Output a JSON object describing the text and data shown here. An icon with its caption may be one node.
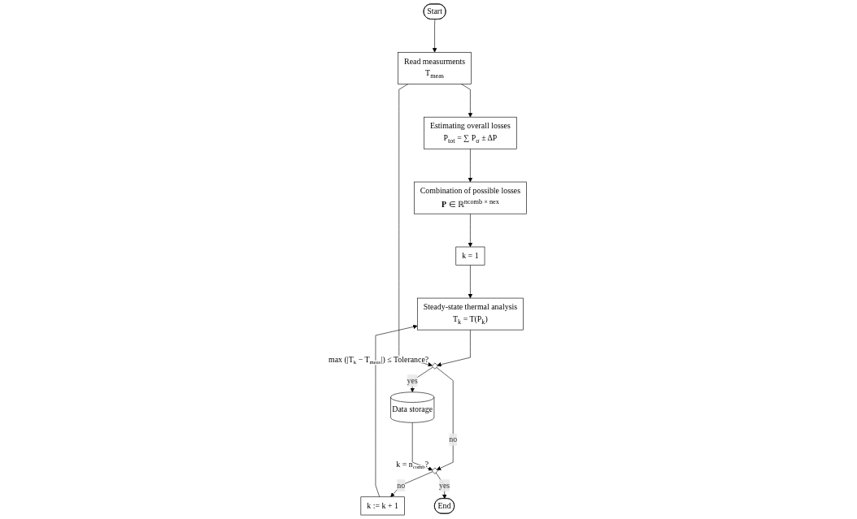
{
  "diagram": {
    "nodes": [
      {
        "text": [
          "Start"
        ]
      },
      {
        "text": [
          "Read measurments",
          "T$_{meas}$"
        ]
      },
      {
        "text": [
          "Estimating overall losses",
          "P$_{tot}$ = ∑ P$_{σ}$ ± ΔP"
        ]
      },
      {
        "text": [
          "Combination of possible losses",
          "**P** ∈ ℝ$^{ncomb × nex}$"
        ]
      },
      {
        "text": [
          "k = 1"
        ]
      },
      {
        "text": [
          "Steady-state thermal analysis",
          "T$_{k}$ = T(P$_{k}$)"
        ]
      },
      {
        "text": [
          "k := k + 1"
        ]
      },
      {
        "text": [],
        "shape": "diamond",
        "beside": [
          "max (|T$_{k}$ − T$_{meas}$|) ≤ Tolerance?"
        ]
      },
      {
        "text": [],
        "shape": "diamond",
        "beside": [
          "k = n$_{comb}$?"
        ]
      },
      {
        "text": [
          "End"
        ]
      },
      {
        "text": [
          "Data storage"
        ]
      }
    ],
    "edges": [
      {
        "from": 0,
        "to": 1,
        "arrow": "to"
      },
      {
        "from": 1,
        "to": 2,
        "arrow": "to"
      },
      {
        "from": 2,
        "to": 3,
        "arrow": "to"
      },
      {
        "from": 3,
        "to": 4,
        "arrow": "to"
      },
      {
        "from": 4,
        "to": 5,
        "arrow": "to"
      },
      {
        "from": 5,
        "to": 7,
        "arrow": "to"
      },
      {
        "from": 1,
        "to": 7,
        "arrow": "to"
      },
      {
        "from": 7,
        "to": 8,
        "arrow": "to",
        "label": "no"
      },
      {
        "from": 7,
        "to": 10,
        "arrow": "to",
        "label": "yes"
      },
      {
        "from": 10,
        "to": 8,
        "arrow": "to"
      },
      {
        "from": 8,
        "to": 6,
        "arrow": "to",
        "label": "no"
      },
      {
        "from": 6,
        "to": 5,
        "arrow": "to"
      },
      {
        "from": 8,
        "to": 9,
        "arrow": "to",
        "label": "yes"
      }
    ]
  }
}
